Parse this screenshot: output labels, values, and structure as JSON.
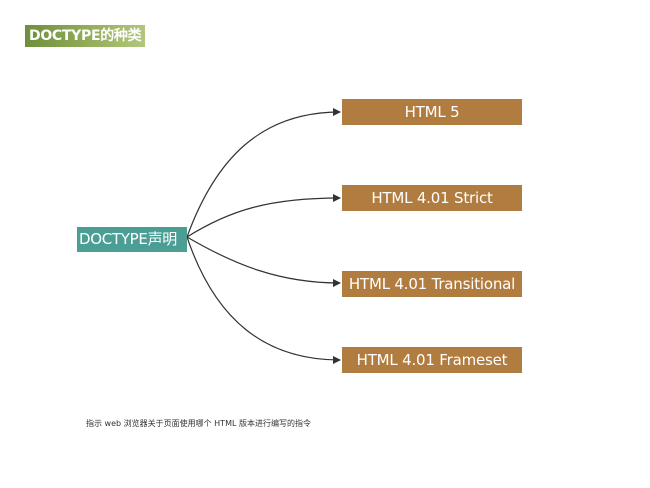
{
  "title": "DOCTYPE的种类",
  "root": {
    "label": "DOCTYPE声明"
  },
  "children": [
    {
      "label": "HTML 5"
    },
    {
      "label": "HTML 4.01 Strict"
    },
    {
      "label": "HTML 4.01 Transitional"
    },
    {
      "label": "HTML 4.01 Frameset"
    }
  ],
  "footnote": "指示 web 浏览器关于页面使用哪个 HTML 版本进行编写的指令",
  "colors": {
    "title_bg": "#8aa550",
    "root_bg": "#4b9e94",
    "child_bg": "#b17c3f",
    "connector": "#333333"
  }
}
